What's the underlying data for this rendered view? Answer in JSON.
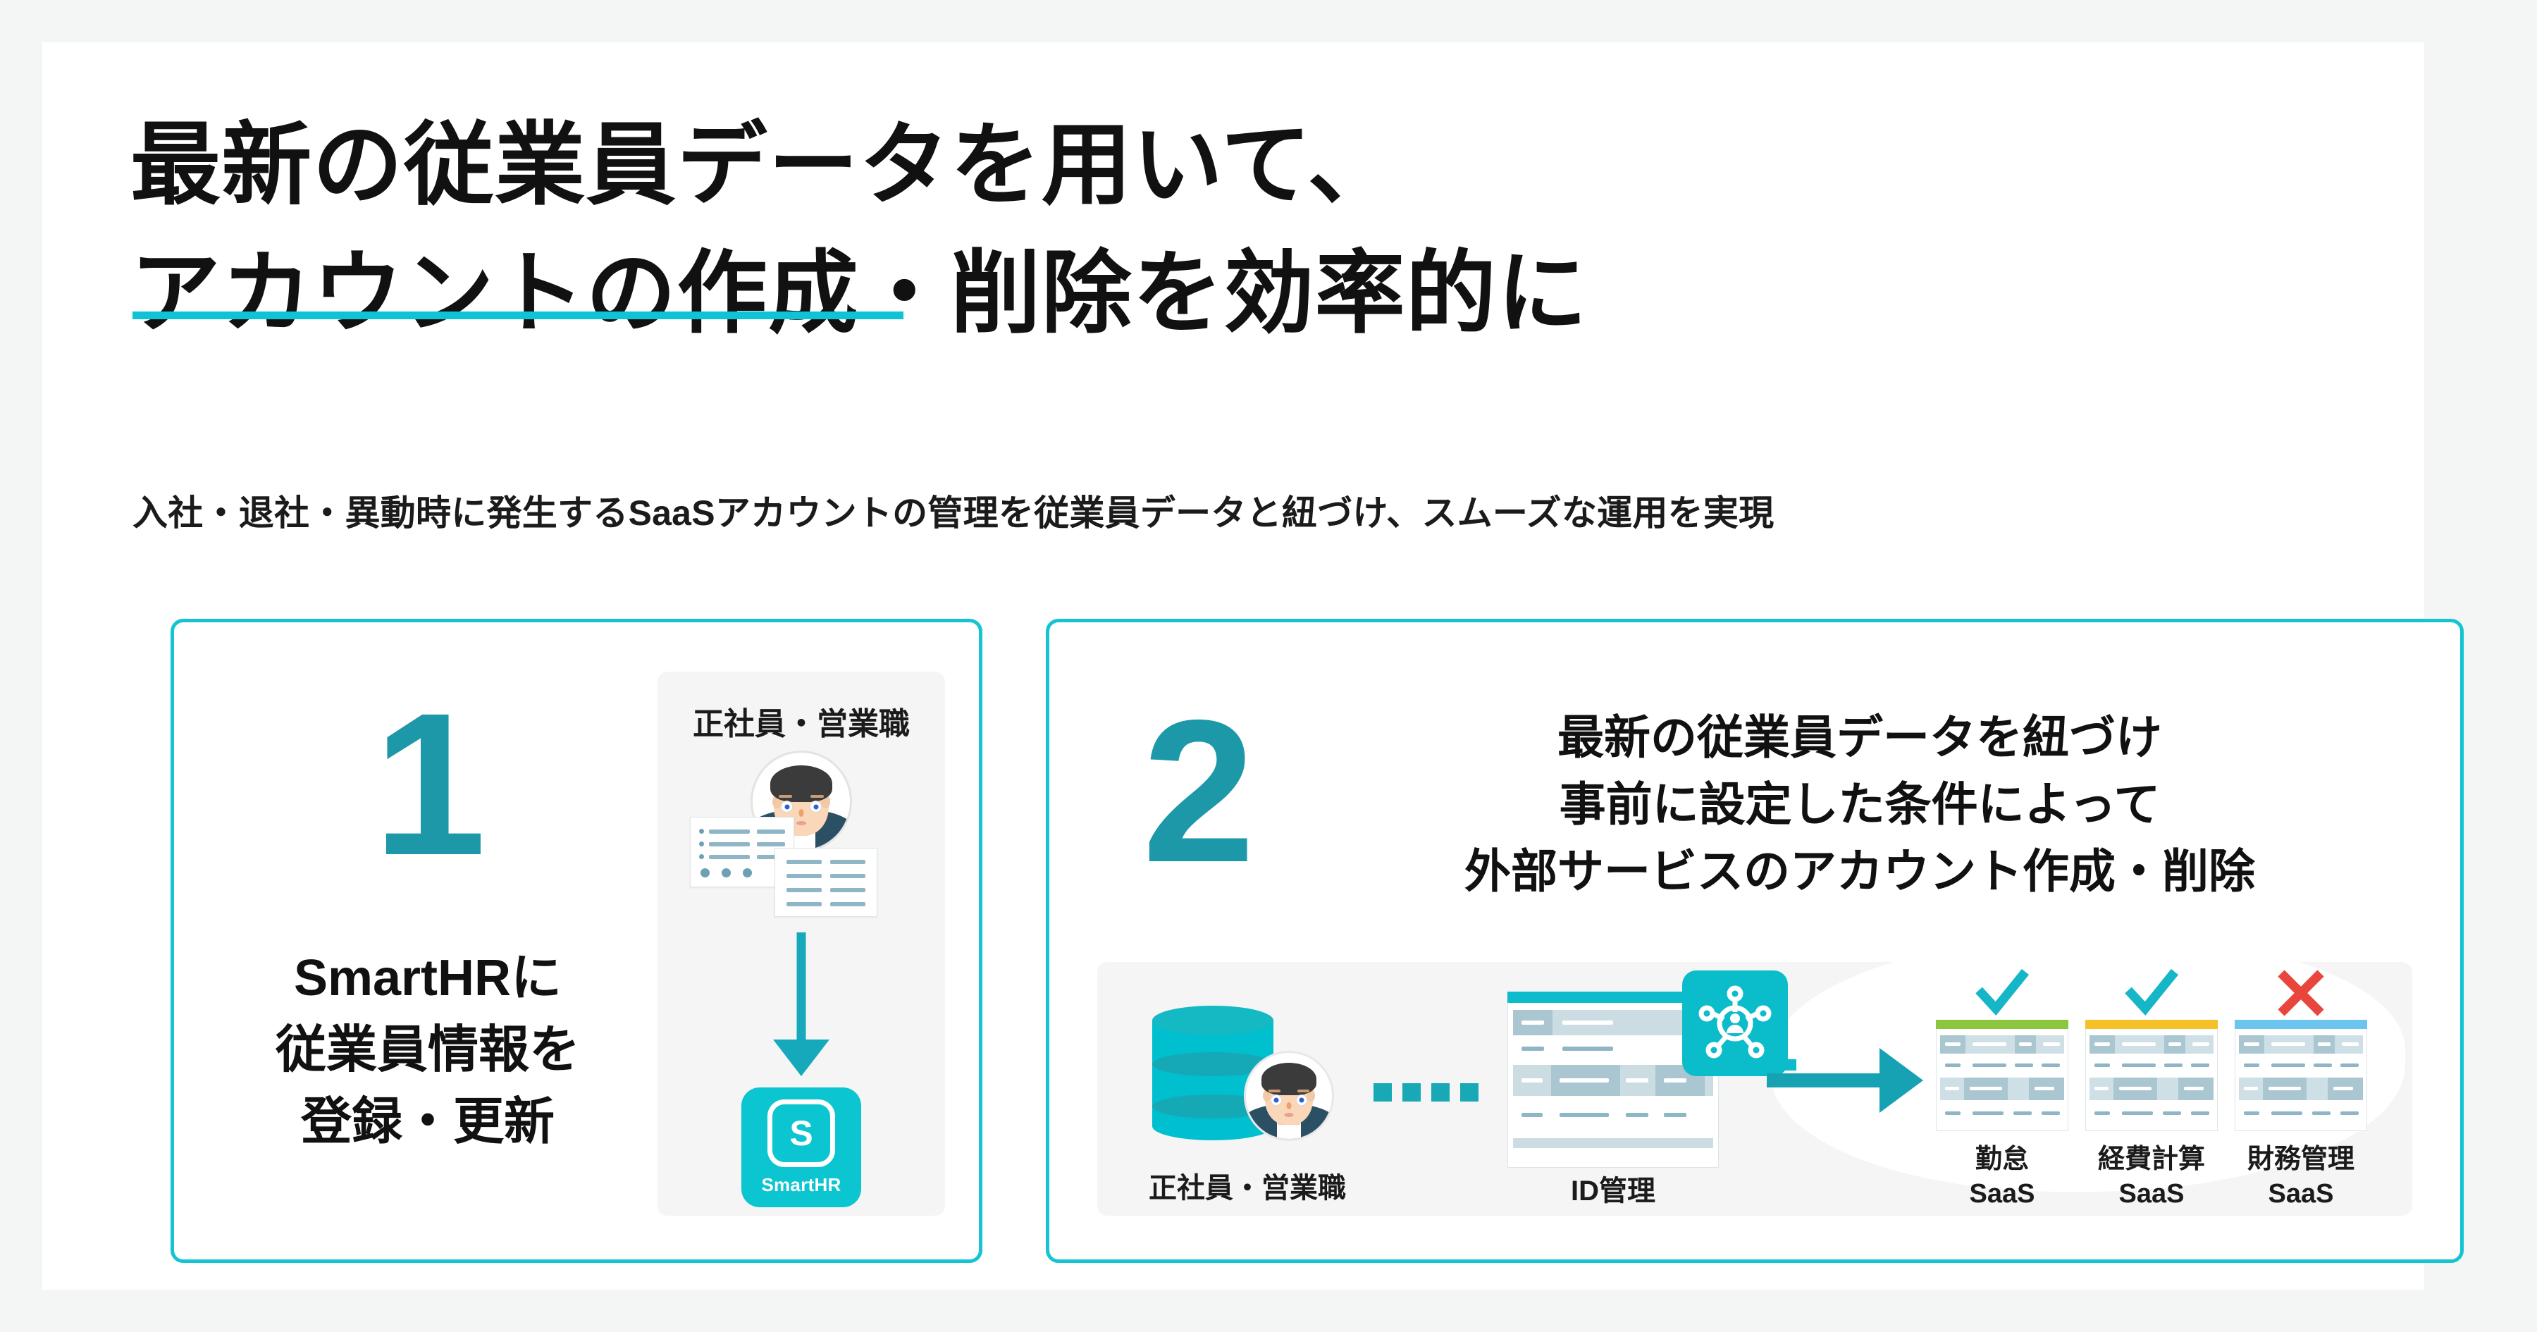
{
  "colors": {
    "accent_cyan": "#0fc3d4",
    "card_border": "#14c4d2",
    "number_teal": "#1d98a9",
    "arrow_teal": "#17a2b3",
    "smarthr_brand": "#0bc5d0",
    "panel_gray": "#f5f5f5",
    "page_bg": "#f4f5f5",
    "text_dark": "#111111",
    "check_cyan": "#15b6c8",
    "cross_red": "#e8453c",
    "saas_header_green": "#8cc63f",
    "saas_header_yellow": "#f5c126",
    "saas_header_blue": "#6cc5ee"
  },
  "headline": {
    "line1": "最新の従業員データを用いて、",
    "line2": "アカウントの作成・削除を効率的に"
  },
  "subtitle": "入社・退社・異動時に発生するSaaSアカウントの管理を従業員データと紐づけ、スムーズな運用を実現",
  "card1": {
    "number": "1",
    "text_line1": "SmartHRに",
    "text_line2": "従業員情報を",
    "text_line3": "登録・更新",
    "panel_label": "正社員・営業職",
    "badge_label": "SmartHR",
    "badge_mark": "S",
    "avatar_icon": "employee-avatar-icon",
    "documents_icon": "employee-documents-icon",
    "arrow_icon": "arrow-down-icon"
  },
  "card2": {
    "number": "2",
    "head_line1": "最新の従業員データを紐づけ",
    "head_line2": "事前に設定した条件によって",
    "head_line3": "外部サービスのアカウント作成・削除",
    "source_label": "正社員・営業職",
    "idm_label": "ID管理",
    "database_icon": "database-icon",
    "avatar_icon": "employee-avatar-icon",
    "connector_icon": "dotted-connector-icon",
    "idm_icon": "identity-network-icon",
    "arrow_icon": "arrow-right-icon",
    "saas": [
      {
        "name_line1": "勤怠",
        "name_line2": "SaaS",
        "status": "check",
        "header_color": "#8cc63f"
      },
      {
        "name_line1": "経費計算",
        "name_line2": "SaaS",
        "status": "check",
        "header_color": "#f5c126"
      },
      {
        "name_line1": "財務管理",
        "name_line2": "SaaS",
        "status": "cross",
        "header_color": "#6cc5ee"
      }
    ]
  }
}
